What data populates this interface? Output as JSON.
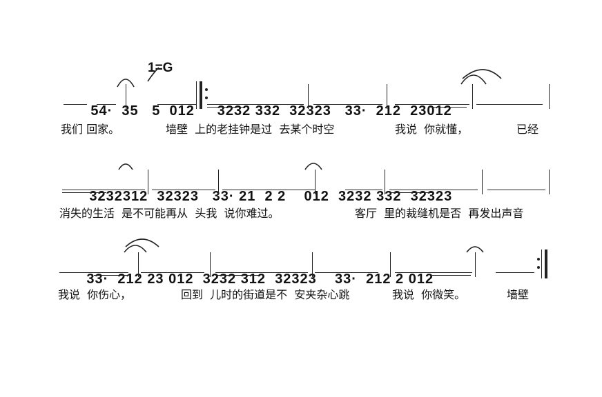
{
  "key_signature": "1=G",
  "rows": [
    {
      "notes": "54· 35 5 012 3232 332 32323 33· 212 23012",
      "lyrics": [
        "我们 回家。",
        "墙壁  上的老挂钟是过  去某个时空",
        "我说  你就懂，",
        "已经"
      ]
    },
    {
      "notes": "3232 312 32323 33· 21 2 2 012 3232 332 32323",
      "lyrics": [
        "消失的生活  是不可能再从  头我  说你难过。",
        "客厅  里的裁缝机是否  再发出声音"
      ]
    },
    {
      "notes": "33· 212 23 012 3232 312 32323 33· 212 2 012",
      "lyrics": [
        "我说  你伤心，",
        "回到  儿时的街道是不  安夹杂心跳",
        "我说  你微笑。",
        "墙壁"
      ]
    }
  ]
}
